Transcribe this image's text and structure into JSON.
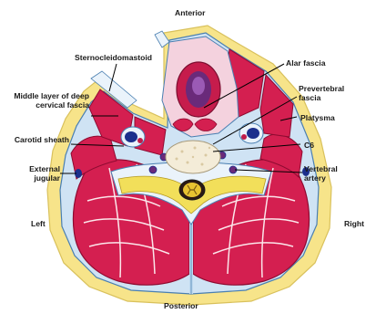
{
  "labels": {
    "anterior": "Anterior",
    "posterior": "Posterior",
    "left": "Left",
    "right": "Right",
    "sternocleidomastoid": "Sternocleidomastoid",
    "middle_layer": "Middle layer of deep cervical fascia",
    "carotid_sheath": "Carotid sheath",
    "external_jugular": "External jugular",
    "alar_fascia": "Alar fascia",
    "prevertebral_fascia": "Prevertebral fascia",
    "platysma": "Platysma",
    "c6": "C6",
    "vertebral_artery": "Vertebral artery"
  },
  "colors": {
    "muscle": "#d41f50",
    "muscle_line": "#8e0b31",
    "fat": "#f7e48a",
    "fascia": "#bfdaf0",
    "fascia_line": "#4a7fb1",
    "bone": "#f4ecd8",
    "spinal_cord": "#e7c331",
    "vein": "#1b2f8c",
    "pharynx": "#6a2a7a",
    "thyroid": "#c01b4a"
  }
}
